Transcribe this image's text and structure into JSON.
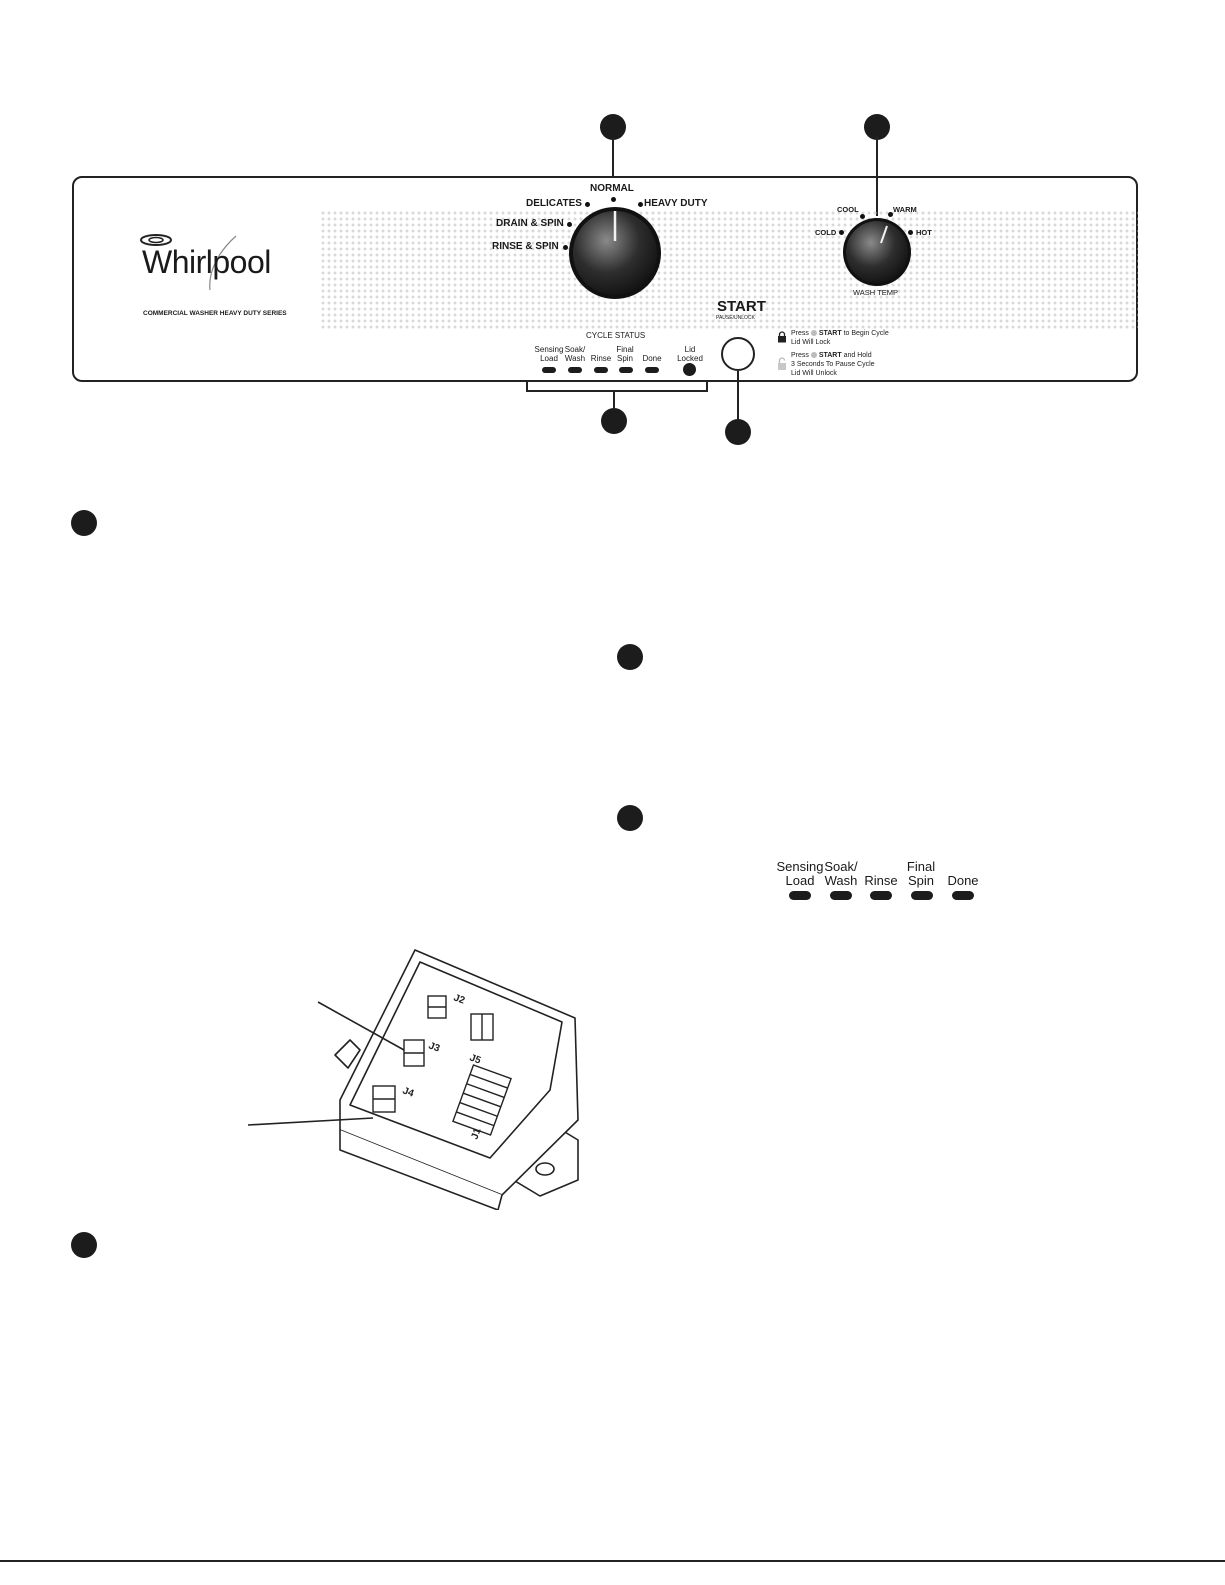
{
  "panel": {
    "brand": "Whirlpool",
    "series": "COMMERCIAL WASHER HEAVY DUTY SERIES",
    "cycle_labels": {
      "normal": "NORMAL",
      "delicates": "DELICATES",
      "heavy_duty": "HEAVY DUTY",
      "drain_spin": "DRAIN & SPIN",
      "rinse_spin": "RINSE & SPIN"
    },
    "temp_labels": {
      "cool": "COOL",
      "warm": "WARM",
      "cold": "COLD",
      "hot": "HOT",
      "title": "WASH TEMP"
    },
    "start": {
      "label": "START",
      "sub": "PAUSE/UNLOCK"
    },
    "cycle_status": {
      "title": "CYCLE STATUS",
      "items": [
        {
          "line1": "Sensing",
          "line2": "Load"
        },
        {
          "line1": "Soak/",
          "line2": "Wash"
        },
        {
          "line1": "",
          "line2": "Rinse"
        },
        {
          "line1": "Final",
          "line2": "Spin"
        },
        {
          "line1": "",
          "line2": "Done"
        },
        {
          "line1": "Lid",
          "line2": "Locked"
        }
      ]
    },
    "instructions": {
      "lock_line1a": "Press",
      "lock_line1b": "START",
      "lock_line1c": "to Begin Cycle",
      "lock_line2": "Lid Will Lock",
      "unlock_line1a": "Press",
      "unlock_line1b": "START",
      "unlock_line1c": "and Hold",
      "unlock_line2": "3 Seconds To Pause Cycle",
      "unlock_line3": "Lid Will Unlock"
    }
  },
  "detail_status": {
    "items": [
      {
        "line1": "Sensing",
        "line2": "Load"
      },
      {
        "line1": "Soak/",
        "line2": "Wash"
      },
      {
        "line1": "",
        "line2": "Rinse"
      },
      {
        "line1": "Final",
        "line2": "Spin"
      },
      {
        "line1": "",
        "line2": "Done"
      }
    ]
  },
  "board": {
    "connectors": {
      "j1": "J1",
      "j2": "J2",
      "j3": "J3",
      "j4": "J4",
      "j5": "J5"
    }
  },
  "colors": {
    "ink": "#1c1c1c",
    "dot_pattern": "#d9d9d9",
    "paper": "#ffffff"
  }
}
